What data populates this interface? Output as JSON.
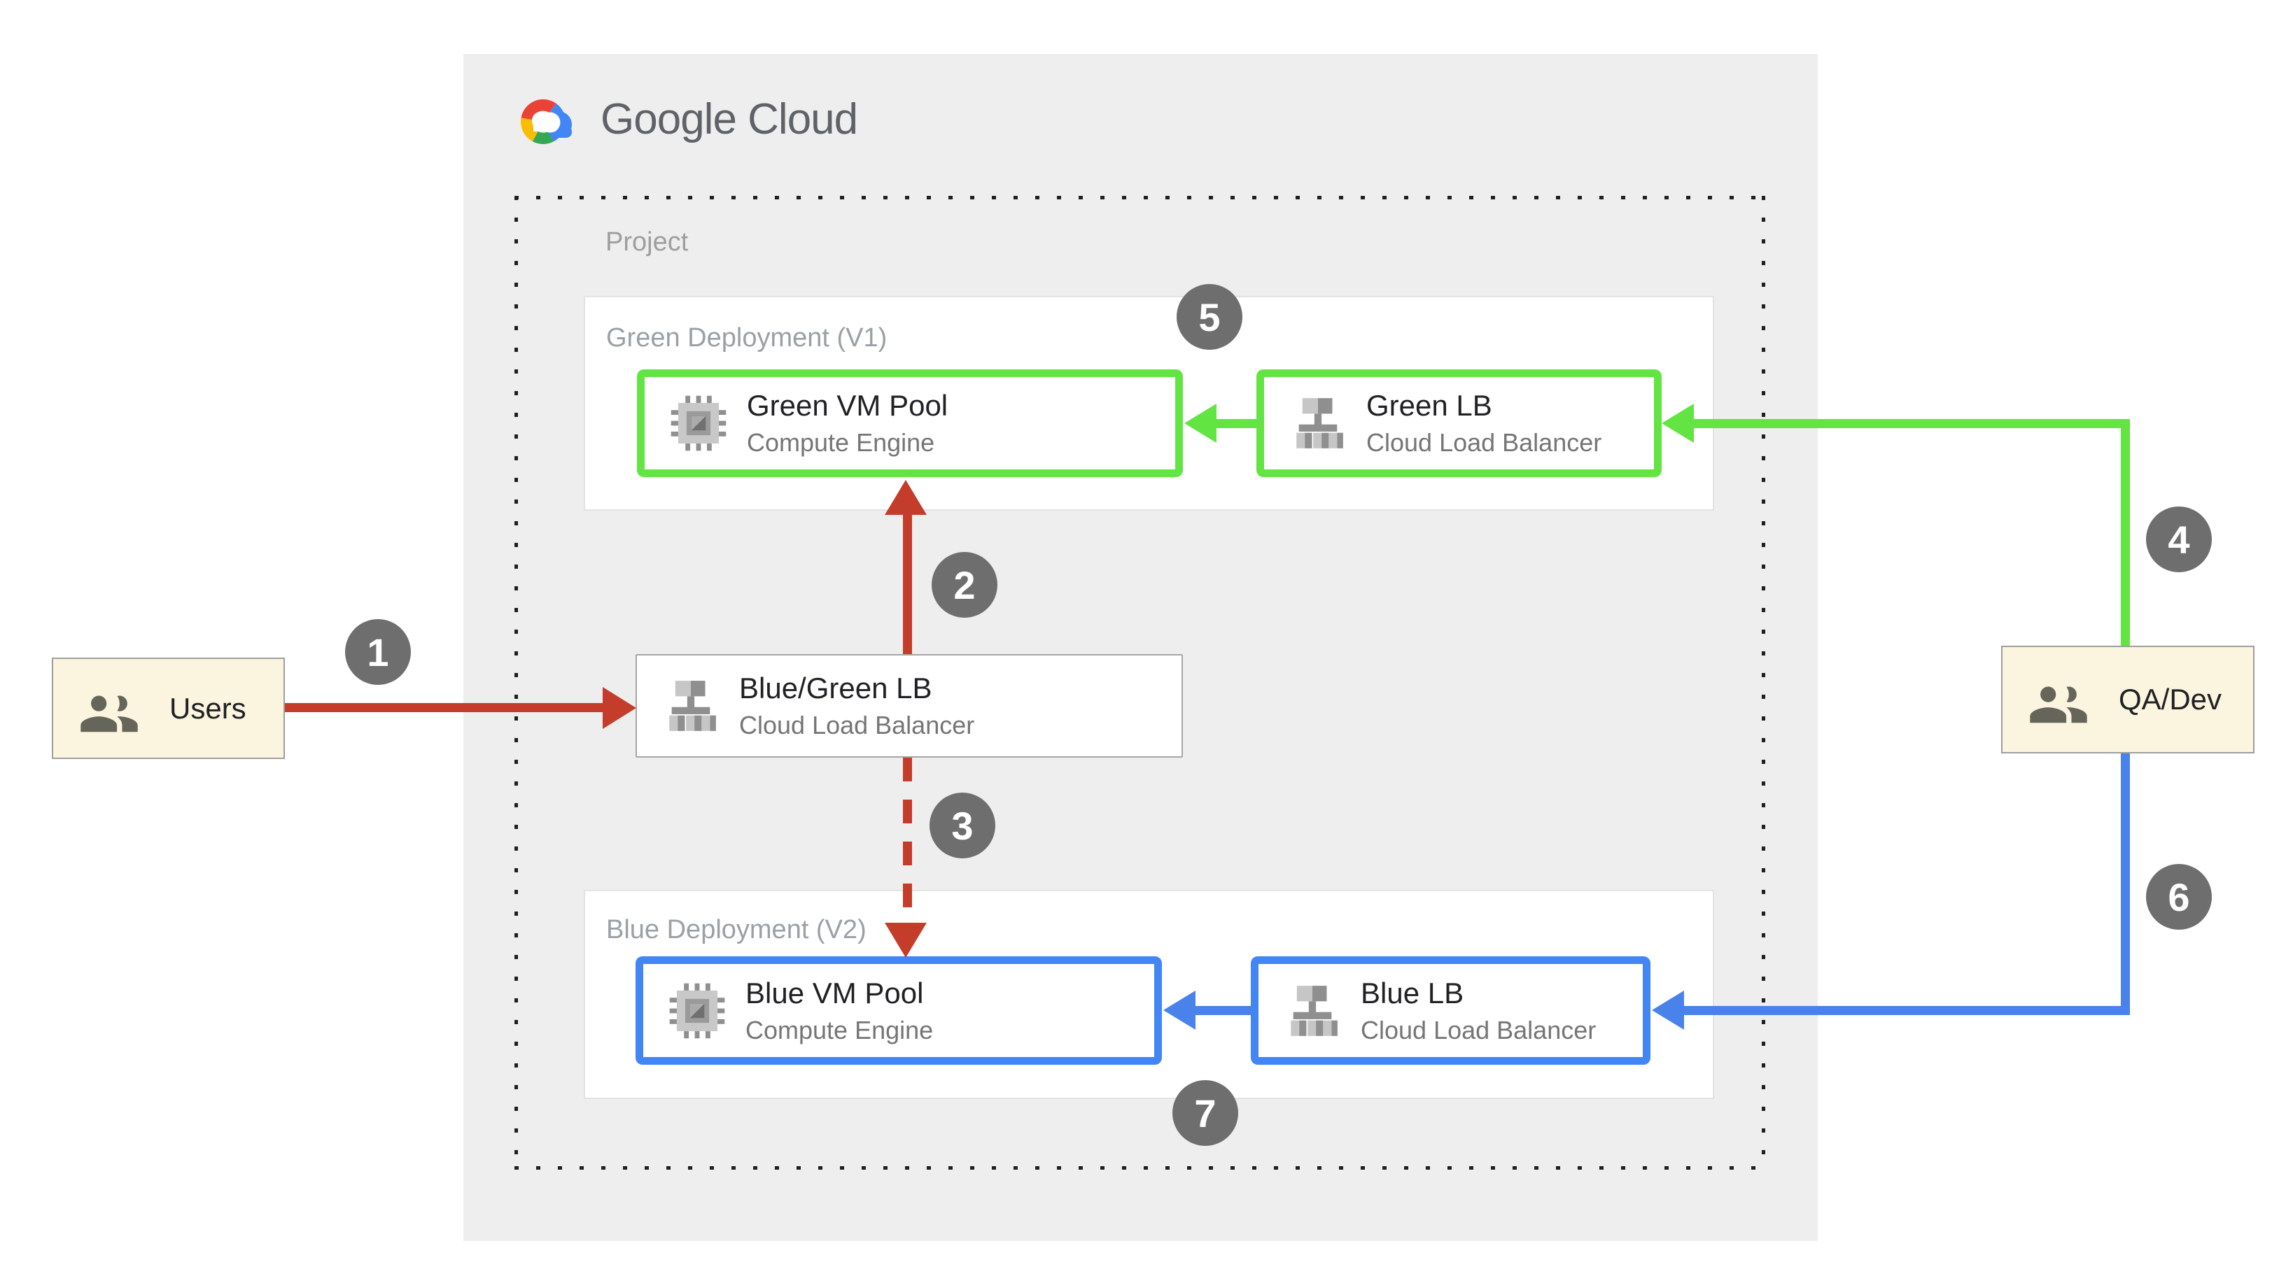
{
  "diagram": {
    "brand": "Google Cloud",
    "project_label": "Project",
    "steps": [
      "1",
      "2",
      "3",
      "4",
      "5",
      "6",
      "7"
    ]
  },
  "colors": {
    "red": "#C43D2B",
    "green": "#62E443",
    "blue": "#4A82EC",
    "blue_border": "#4285F4",
    "badge_gray": "#6E6E6E",
    "panel_gray": "#EEEEEE",
    "actor_bg": "#FBF4DE"
  },
  "deployments": {
    "green": {
      "label": "Green Deployment (V1)"
    },
    "blue": {
      "label": "Blue Deployment (V2)"
    }
  },
  "nodes": {
    "green_vm": {
      "title": "Green VM Pool",
      "subtitle": "Compute Engine",
      "icon": "compute-engine"
    },
    "green_lb": {
      "title": "Green LB",
      "subtitle": "Cloud Load Balancer",
      "icon": "load-balancer"
    },
    "bluegreen_lb": {
      "title": "Blue/Green LB",
      "subtitle": "Cloud Load Balancer",
      "icon": "load-balancer"
    },
    "blue_vm": {
      "title": "Blue VM Pool",
      "subtitle": "Compute Engine",
      "icon": "compute-engine"
    },
    "blue_lb": {
      "title": "Blue LB",
      "subtitle": "Cloud Load Balancer",
      "icon": "load-balancer"
    }
  },
  "actors": {
    "users": {
      "label": "Users",
      "icon": "users"
    },
    "qadev": {
      "label": "QA/Dev",
      "icon": "users"
    }
  }
}
